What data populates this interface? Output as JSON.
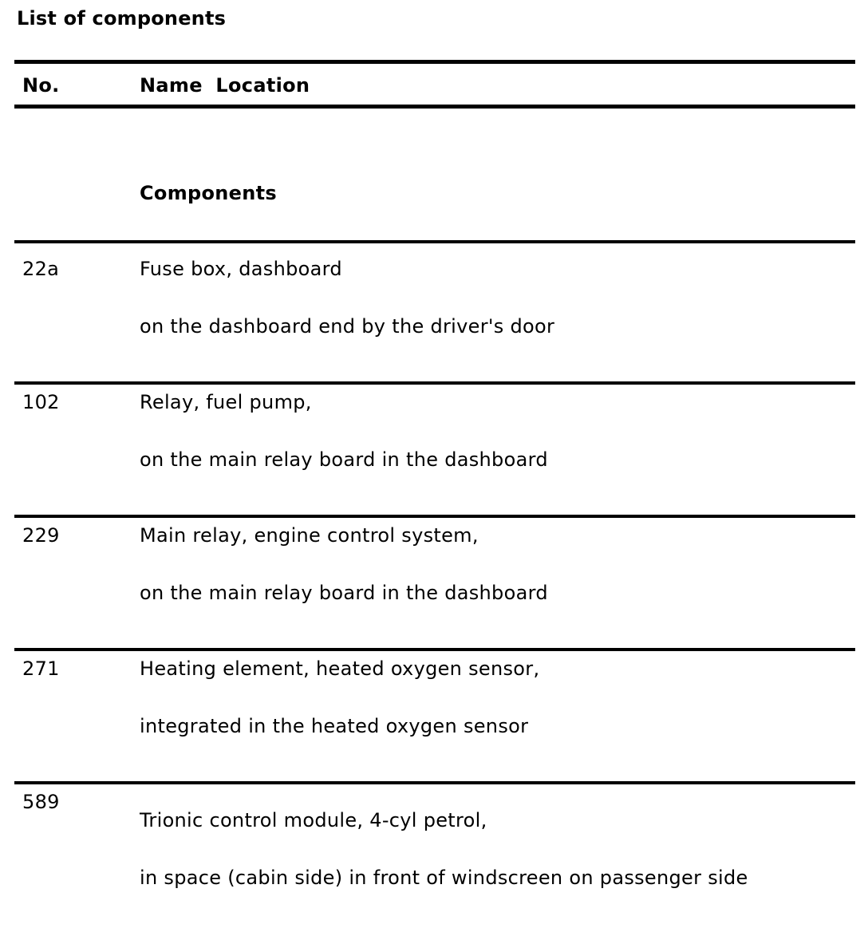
{
  "title": "List of components",
  "colors": {
    "text": "#000000",
    "background": "#ffffff",
    "rule": "#000000"
  },
  "table": {
    "headers": {
      "no": "No.",
      "name_location": "Name Location"
    },
    "section_label": "Components",
    "rows": [
      {
        "no": "22a",
        "name": "Fuse box, dashboard",
        "location": "on the dashboard end by the driver's door"
      },
      {
        "no": "102",
        "name": "Relay, fuel pump,",
        "location": "on the main relay board in the dashboard"
      },
      {
        "no": "229",
        "name": "Main relay, engine control system,",
        "location": "on the main relay board in the dashboard"
      },
      {
        "no": "271",
        "name": "Heating element, heated oxygen sensor,",
        "location": "integrated in the heated oxygen sensor"
      },
      {
        "no": "589",
        "name": "Trionic control module, 4-cyl petrol,",
        "location": "in space (cabin side) in front of windscreen on passenger side"
      }
    ]
  }
}
